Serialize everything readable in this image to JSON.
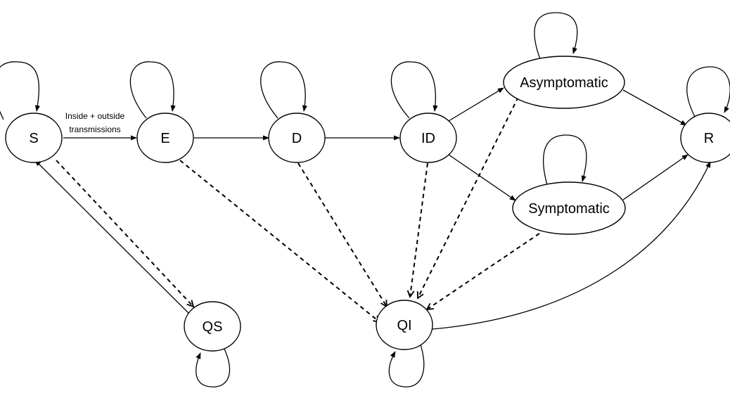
{
  "diagram": {
    "nodes": {
      "S": "S",
      "E": "E",
      "D": "D",
      "ID": "ID",
      "Asymptomatic": "Asymptomatic",
      "Symptomatic": "Symptomatic",
      "R": "R",
      "QS": "QS",
      "QI": "QI"
    },
    "edge_labels": {
      "s_to_e_line1": "Inside + outside",
      "s_to_e_line2": "transmissions"
    },
    "colors": {
      "stroke": "#000000",
      "background": "#ffffff"
    }
  }
}
